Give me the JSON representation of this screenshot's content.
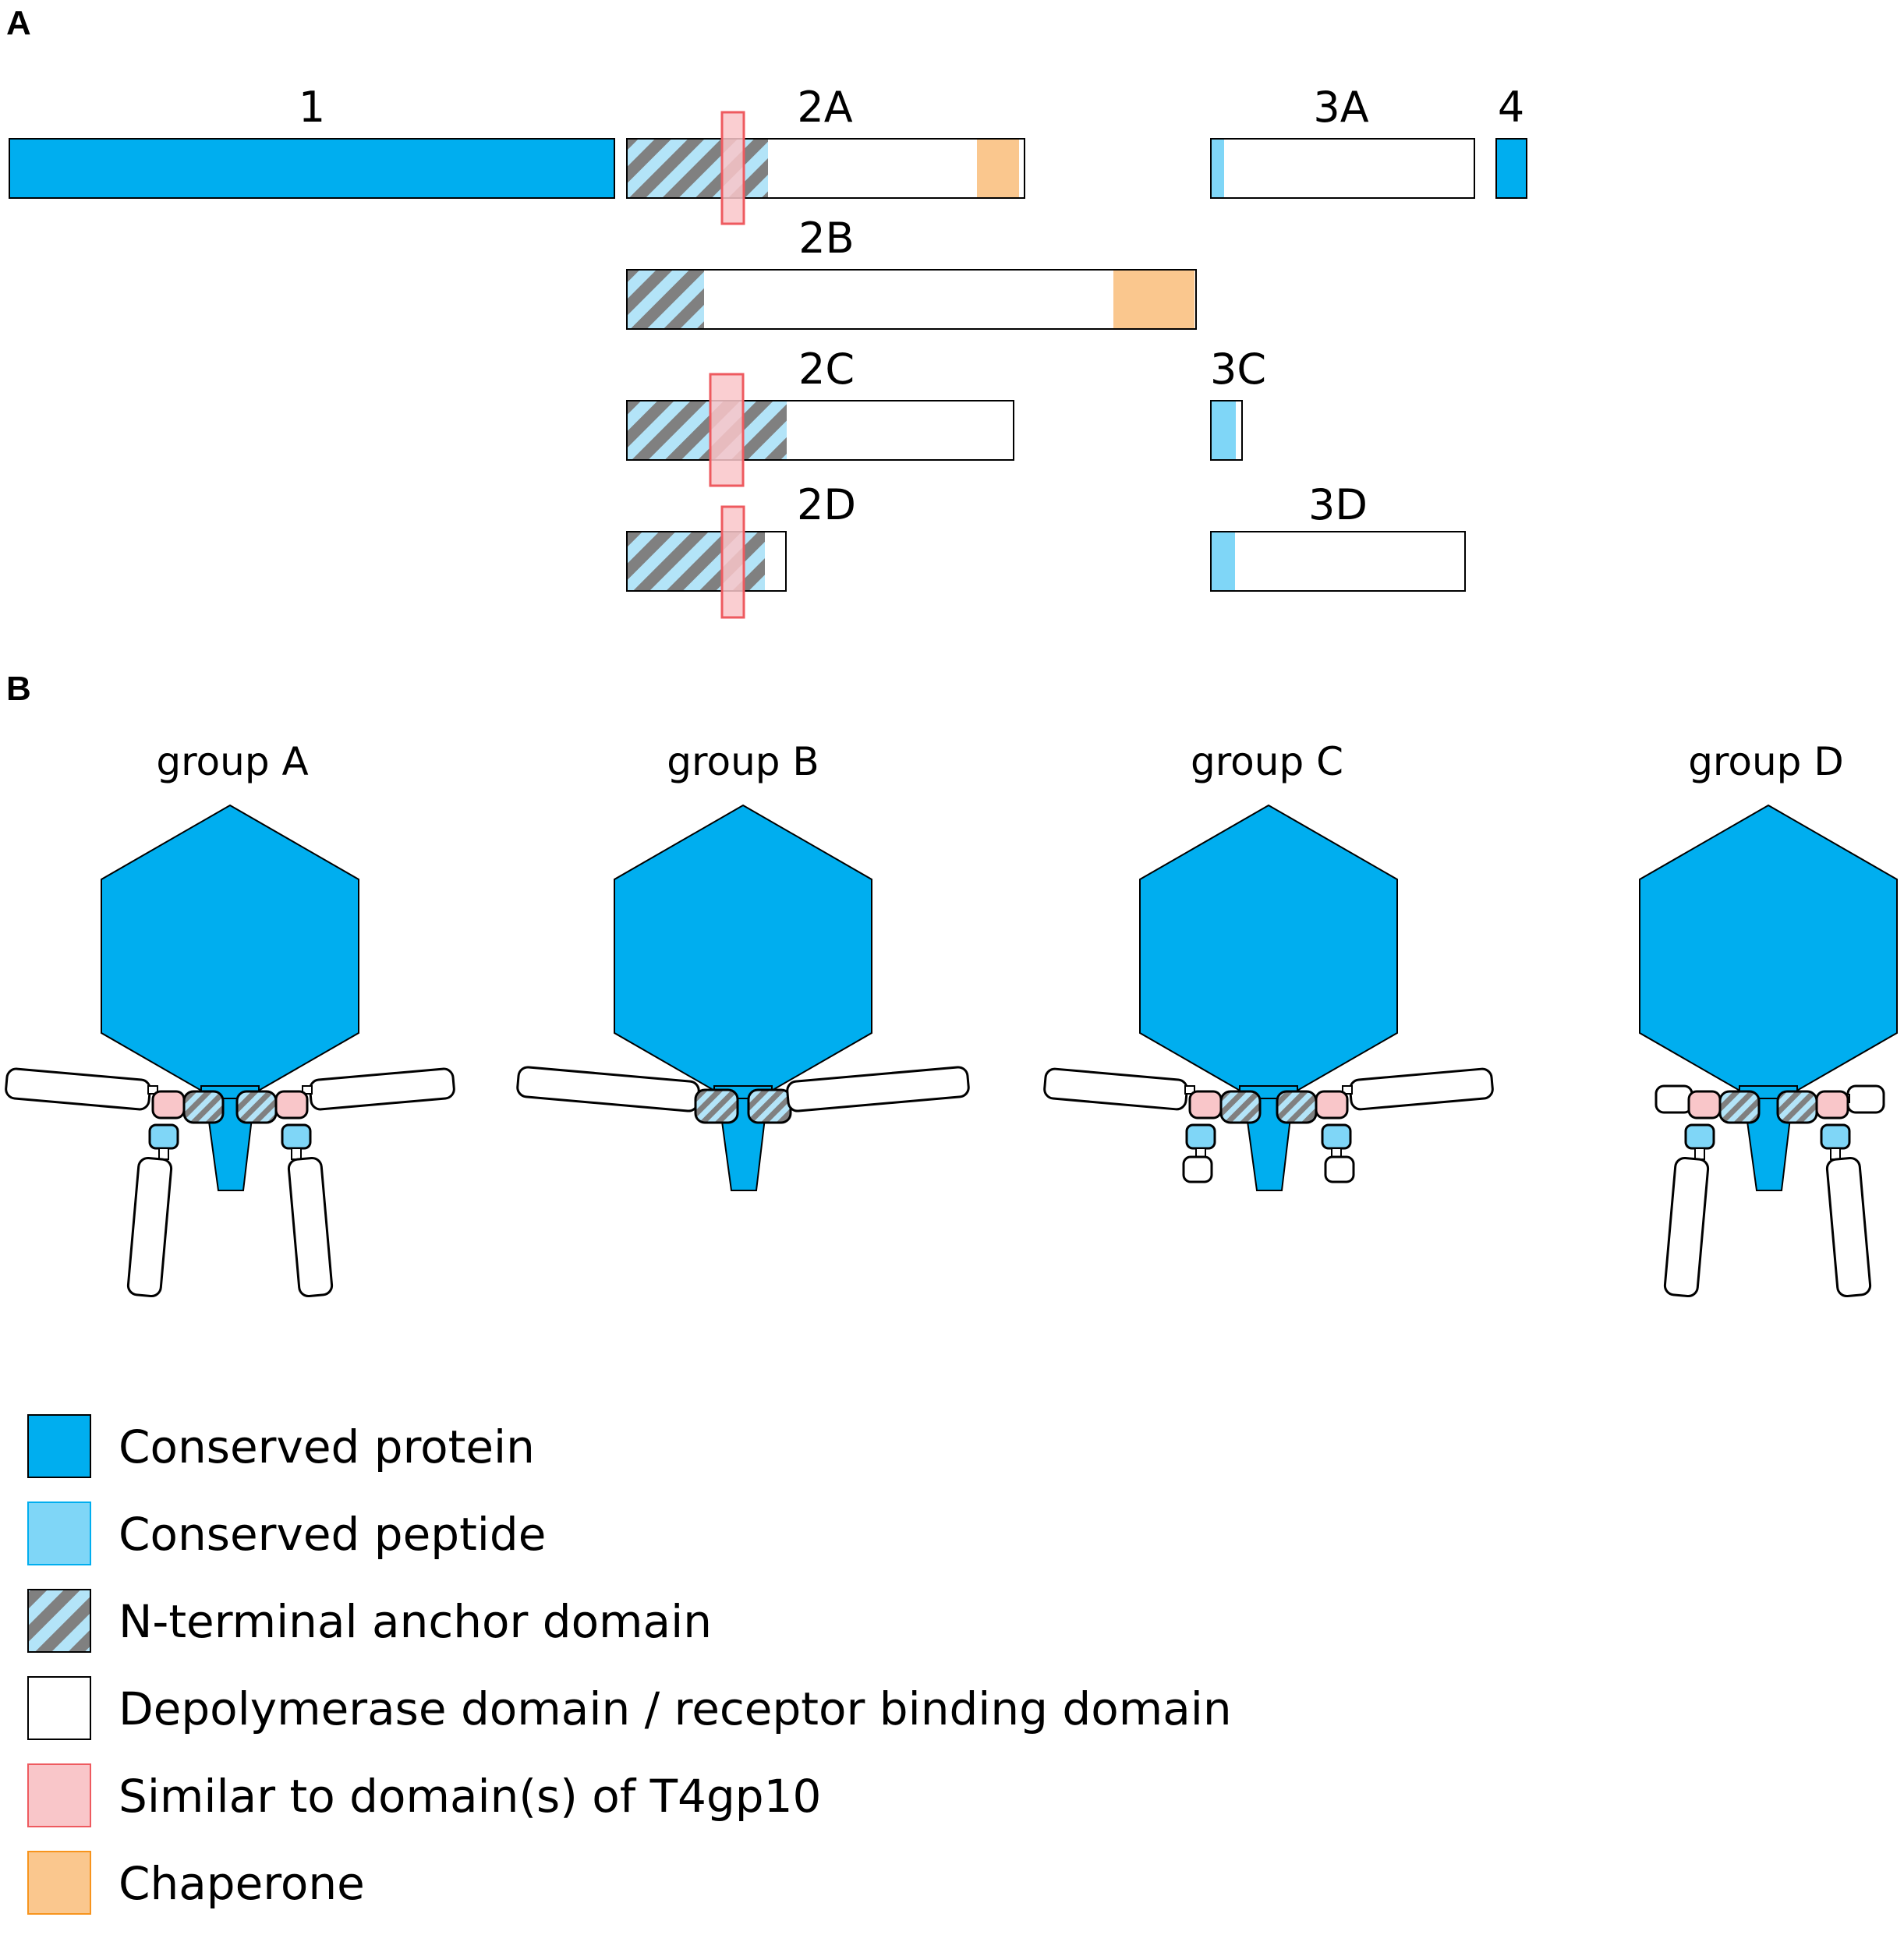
{
  "panels": {
    "a": "A",
    "b": "B"
  },
  "colors": {
    "conserved_protein": "#00aeef",
    "conserved_peptide": "#7fd6f7",
    "hatch_dark": "#808080",
    "hatch_light": "#b3e4f8",
    "depolymerase": "#ffffff",
    "t4gp10": "#f9c6c9",
    "t4gp10_stroke": "#ee5a5f",
    "chaperone": "#fac78e",
    "outline": "#000000"
  },
  "panel_a": {
    "labels": {
      "l1": "1",
      "l2a": "2A",
      "l2b": "2B",
      "l2c": "2C",
      "l2d": "2D",
      "l3a": "3A",
      "l3c": "3C",
      "l3d": "3D",
      "l4": "4"
    }
  },
  "panel_b": {
    "groups": {
      "a": "group A",
      "b": "group B",
      "c": "group C",
      "d": "group D"
    }
  },
  "legend": [
    {
      "label": "Conserved protein",
      "icon": "solid-blue-swatch"
    },
    {
      "label": "Conserved peptide",
      "icon": "light-blue-swatch"
    },
    {
      "label": "N-terminal anchor domain",
      "icon": "hatched-swatch"
    },
    {
      "label": "Depolymerase domain / receptor binding domain",
      "icon": "white-swatch"
    },
    {
      "label": "Similar to domain(s) of T4gp10",
      "icon": "pink-swatch"
    },
    {
      "label": "Chaperone",
      "icon": "orange-swatch"
    }
  ]
}
